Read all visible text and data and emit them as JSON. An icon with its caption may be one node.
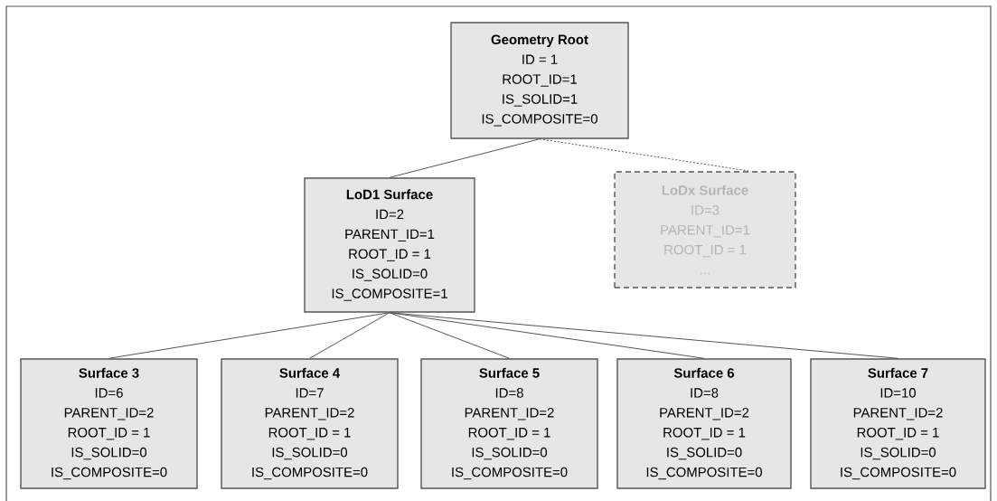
{
  "diagram": {
    "nodes": [
      {
        "text": [
          "Geometry Root",
          "ID = 1",
          "ROOT_ID=1",
          "IS_SOLID=1",
          "IS_COMPOSITE=0"
        ]
      },
      {
        "text": [
          "LoD1 Surface",
          "ID=2",
          "PARENT_ID=1",
          "ROOT_ID = 1",
          "IS_SOLID=0",
          "IS_COMPOSITE=1"
        ]
      },
      {
        "text": [
          "LoDx Surface",
          "ID=3",
          "PARENT_ID=1",
          "ROOT_ID = 1",
          "..."
        ]
      },
      {
        "text": [
          "Surface 3",
          "ID=6",
          "PARENT_ID=2",
          "ROOT_ID = 1",
          "IS_SOLID=0",
          "IS_COMPOSITE=0"
        ]
      },
      {
        "text": [
          "Surface 4",
          "ID=7",
          "PARENT_ID=2",
          "ROOT_ID = 1",
          "IS_SOLID=0",
          "IS_COMPOSITE=0"
        ]
      },
      {
        "text": [
          "Surface 5",
          "ID=8",
          "PARENT_ID=2",
          "ROOT_ID = 1",
          "IS_SOLID=0",
          "IS_COMPOSITE=0"
        ]
      },
      {
        "text": [
          "Surface 6",
          "ID=8",
          "PARENT_ID=2",
          "ROOT_ID = 1",
          "IS_SOLID=0",
          "IS_COMPOSITE=0"
        ]
      },
      {
        "text": [
          "Surface 7",
          "ID=10",
          "PARENT_ID=2",
          "ROOT_ID = 1",
          "IS_SOLID=0",
          "IS_COMPOSITE=0"
        ]
      }
    ],
    "edges": [
      {
        "from": 0,
        "to": 1,
        "arrow": "none"
      },
      {
        "from": 0,
        "to": 2,
        "arrow": "none",
        "style": "dashed"
      },
      {
        "from": 1,
        "to": 3,
        "arrow": "none"
      },
      {
        "from": 1,
        "to": 4,
        "arrow": "none"
      },
      {
        "from": 1,
        "to": 5,
        "arrow": "none"
      },
      {
        "from": 1,
        "to": 6,
        "arrow": "none"
      },
      {
        "from": 1,
        "to": 7,
        "arrow": "none"
      }
    ]
  }
}
